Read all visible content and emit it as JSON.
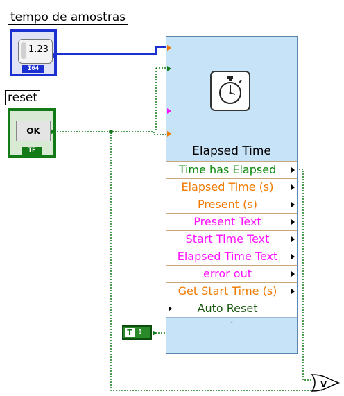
{
  "controls": {
    "sample_time_label": "tempo de amostras",
    "sample_time_value": "1.23",
    "sample_time_type": "I64",
    "reset_label": "reset",
    "reset_button_text": "OK",
    "reset_type": "TF"
  },
  "express_vi": {
    "title": "Elapsed Time",
    "outputs": [
      "Time has Elapsed",
      "Elapsed Time (s)",
      "Present (s)",
      "Present Text",
      "Start Time Text",
      "Elapsed Time Text",
      "error out",
      "Get Start Time (s)",
      "Auto Reset"
    ]
  },
  "constant": {
    "value_text": "T"
  },
  "or_function": {
    "symbol": "V"
  },
  "colors": {
    "numeric_wire": "#1c2fd0",
    "boolean_wire": "#137a18",
    "vi_background": "#c6e3f7",
    "output_green": "#0c8a0c",
    "output_orange": "#f07a00",
    "output_magenta": "#ff10ff"
  }
}
